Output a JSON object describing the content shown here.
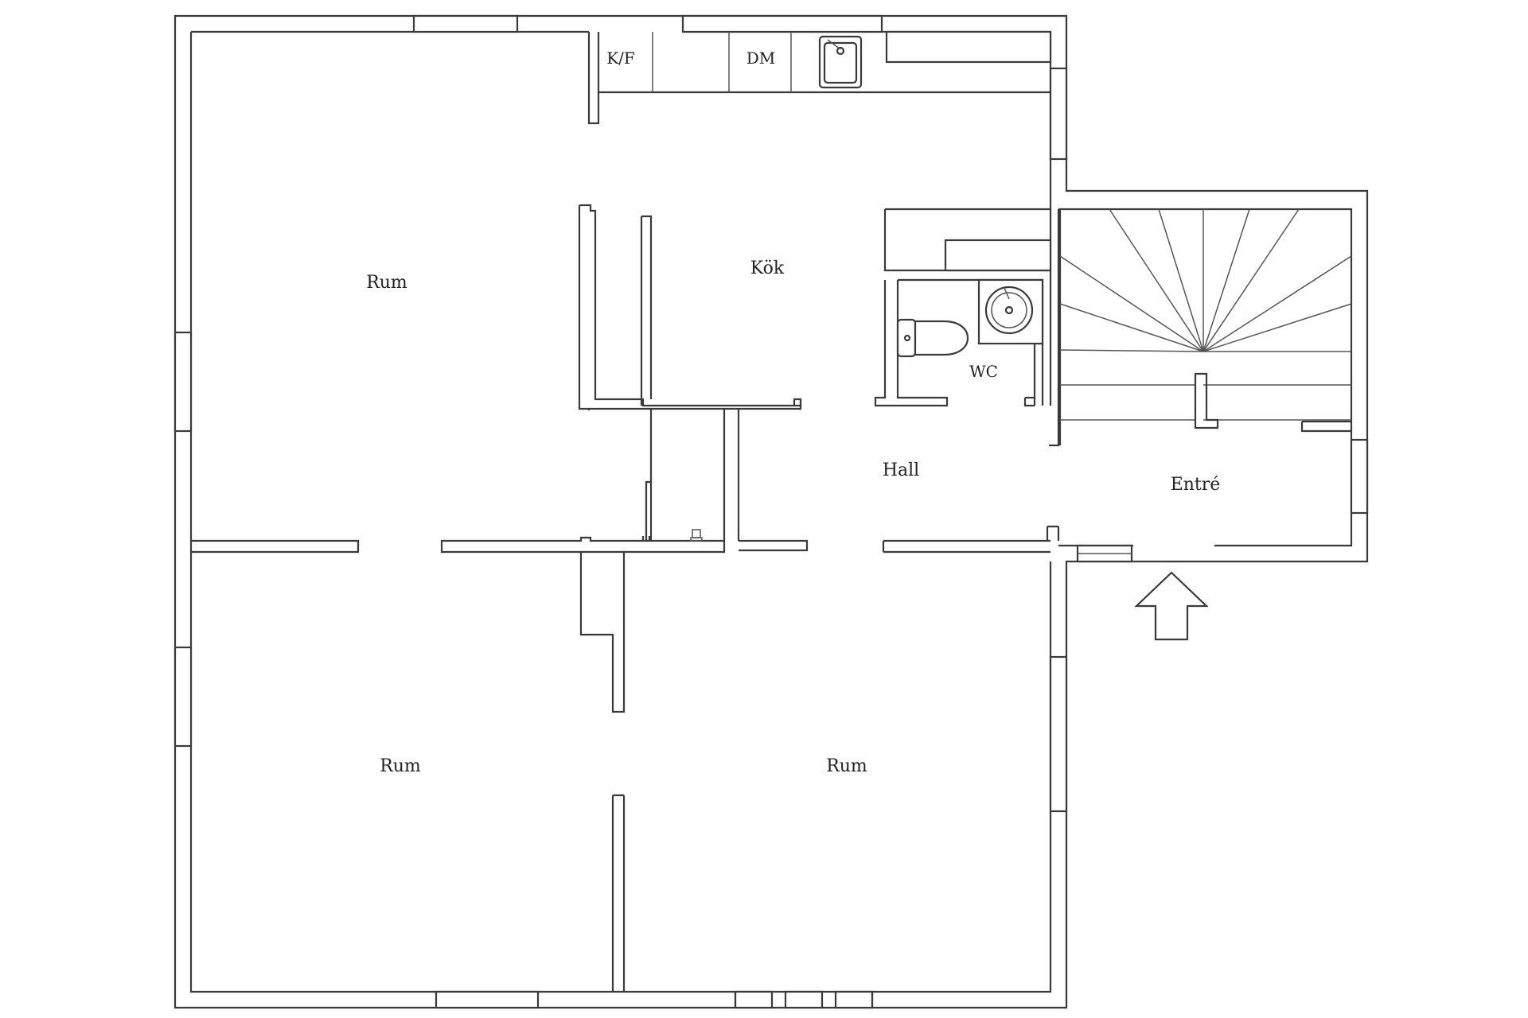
{
  "plan": {
    "rooms": {
      "room_top_left": "Rum",
      "kitchen": "Kök",
      "wc": "WC",
      "hall": "Hall",
      "entrance": "Entré",
      "room_bottom_left": "Rum",
      "room_bottom_right": "Rum"
    },
    "fixtures": {
      "fridge_freezer": "K/F",
      "dishwasher": "DM"
    },
    "icons": [
      "sink-icon",
      "toilet-icon",
      "washbasin-icon",
      "staircase-icon",
      "entrance-arrow-icon"
    ]
  }
}
